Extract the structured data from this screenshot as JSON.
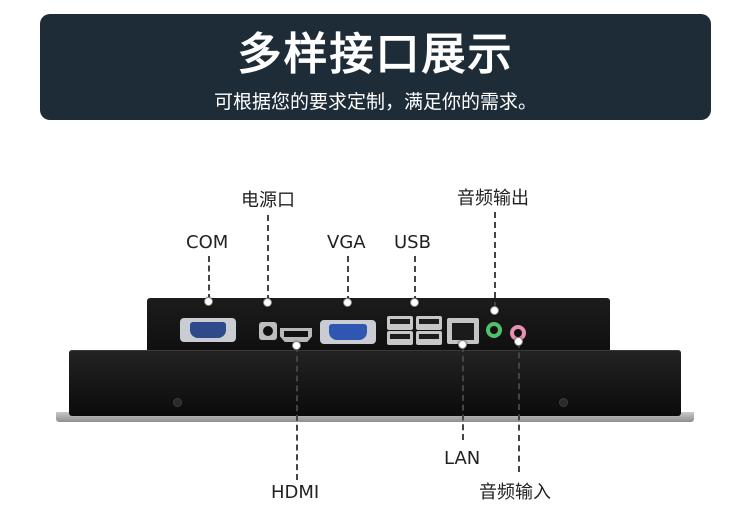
{
  "banner": {
    "title": "多样接口展示",
    "subtitle": "可根据您的要求定制，满足你的需求。"
  },
  "ports": {
    "com": "COM",
    "power": "电源口",
    "vga": "VGA",
    "usb": "USB",
    "audio_out": "音频输出",
    "hdmi": "HDMI",
    "lan": "LAN",
    "audio_in": "音频输入"
  },
  "colors": {
    "banner_bg": "#1d2c37",
    "audio_out_jack": "#51c06a",
    "audio_in_jack": "#e890b4",
    "serial_connector": "#2f4a8a"
  }
}
